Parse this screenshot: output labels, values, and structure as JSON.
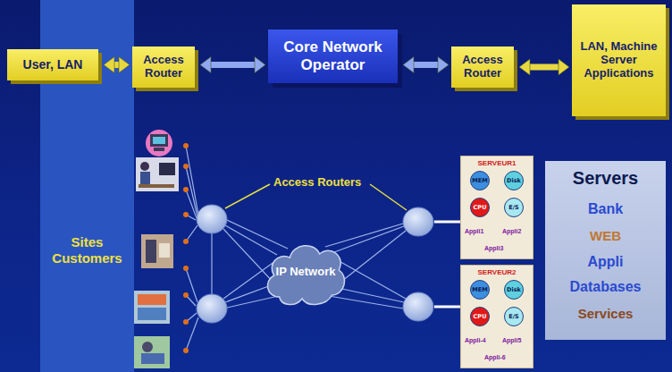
{
  "diagram": {
    "nodes": [
      {
        "text": [
          "User, LAN"
        ]
      },
      {
        "text": [
          "Access Router"
        ]
      },
      {
        "text": [
          "Core Network Operator"
        ]
      },
      {
        "text": [
          "Access Router"
        ]
      },
      {
        "text": [
          "LAN, Machine Server Applications"
        ]
      },
      {
        "text": [
          "Sites Customers"
        ]
      },
      {
        "text": [
          "IP Network"
        ]
      },
      {
        "text": [
          "SERVEUR1",
          "Appli1",
          "Appli2",
          "Appli3"
        ]
      },
      {
        "text": [
          "MEM"
        ],
        "in": 7
      },
      {
        "text": [
          "Disk"
        ],
        "in": 7
      },
      {
        "text": [
          "CPU"
        ],
        "in": 7
      },
      {
        "text": [
          "E/S"
        ],
        "in": 7
      },
      {
        "text": [
          "SERVEUR2",
          "Appli-4",
          "Appli5",
          "Appli-6"
        ]
      },
      {
        "text": [
          "MEM"
        ],
        "in": 12
      },
      {
        "text": [
          "Disk"
        ],
        "in": 12
      },
      {
        "text": [
          "CPU"
        ],
        "in": 12
      },
      {
        "text": [
          "E/S"
        ],
        "in": 12
      },
      {
        "text": [
          "Servers",
          "Bank",
          "WEB",
          "Appli",
          "Databases",
          "Services"
        ]
      }
    ],
    "edges": [
      {
        "from": 0,
        "to": 1,
        "arrow": "both"
      },
      {
        "from": 1,
        "to": 2,
        "arrow": "both"
      },
      {
        "from": 2,
        "to": 3,
        "arrow": "both"
      },
      {
        "from": 3,
        "to": 4,
        "arrow": "both"
      }
    ],
    "labels": [
      "Access Routers"
    ]
  }
}
